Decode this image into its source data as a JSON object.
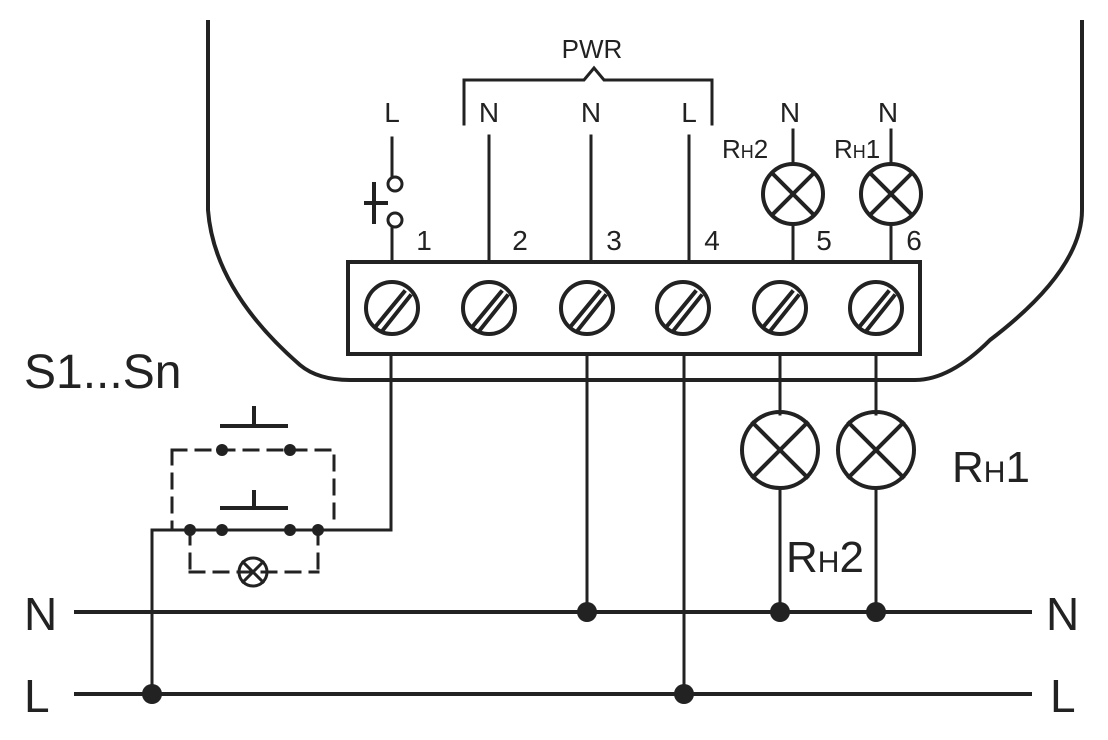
{
  "pwr_label": "PWR",
  "top_labels": {
    "t1": "L",
    "t2": "N",
    "t3": "N",
    "t4": "L",
    "t5": "N",
    "t6": "N"
  },
  "terminal_numbers": [
    "1",
    "2",
    "3",
    "4",
    "5",
    "6"
  ],
  "inner_load_labels": {
    "rh2": {
      "main": "R",
      "sub": "H",
      "suffix": "2"
    },
    "rh1": {
      "main": "R",
      "sub": "H",
      "suffix": "1"
    }
  },
  "outer_load_labels": {
    "rh1": {
      "main": "R",
      "sub": "H",
      "suffix": "1"
    },
    "rh2": {
      "main": "R",
      "sub": "H",
      "suffix": "2"
    }
  },
  "switch_group_label": "S1...Sn",
  "bus_labels": {
    "n_left": "N",
    "n_right": "N",
    "l_left": "L",
    "l_right": "L"
  },
  "colors": {
    "line": "#222222",
    "background": "#ffffff"
  },
  "icon_names": [
    "lamp-icon",
    "pushbutton-icon",
    "screw-terminal-icon",
    "junction-dot-icon"
  ]
}
